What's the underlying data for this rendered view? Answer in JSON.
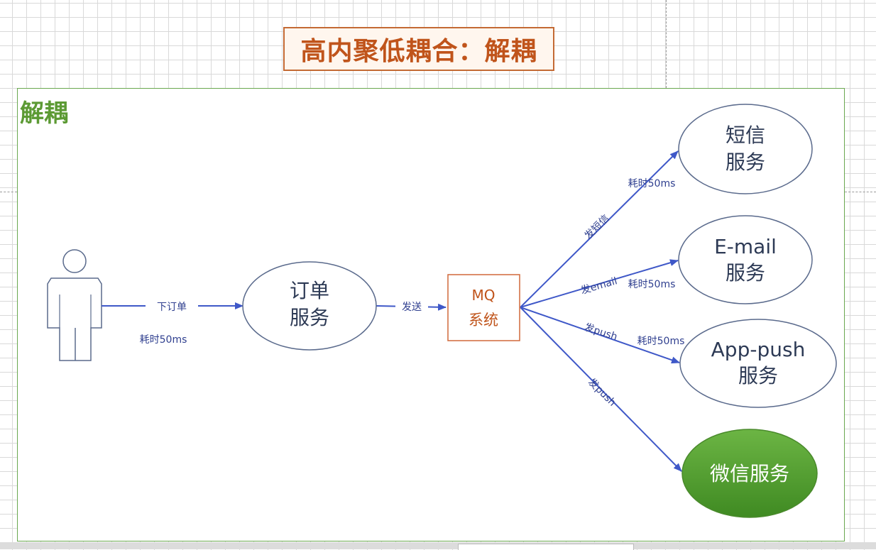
{
  "title": "高内聚低耦合：解耦",
  "container_label": "解耦",
  "nodes": {
    "user": {
      "name": ""
    },
    "order_service": {
      "line1": "订单",
      "line2": "服务"
    },
    "mq": {
      "line1": "MQ",
      "line2": "系统"
    },
    "sms": {
      "line1": "短信",
      "line2": "服务"
    },
    "email": {
      "line1": "E-mail",
      "line2": "服务"
    },
    "apppush": {
      "line1": "App-push",
      "line2": "服务"
    },
    "wechat": {
      "line1": "微信服务"
    }
  },
  "edges": {
    "user_to_order": {
      "label": "下订单",
      "cost": "耗时50ms"
    },
    "order_to_mq": {
      "label": "发送"
    },
    "mq_to_sms": {
      "label": "发短信",
      "cost": "耗时50ms"
    },
    "mq_to_email": {
      "label": "发email",
      "cost": "耗时50ms"
    },
    "mq_to_apppush": {
      "label": "发push",
      "cost": "耗时50ms"
    },
    "mq_to_wechat": {
      "label": "发push"
    }
  },
  "colors": {
    "title_text": "#c0541b",
    "title_border": "#c46a34",
    "container_border": "#6aa84f",
    "container_label": "#5c9a34",
    "arrow": "#3f58c8",
    "node_border": "#5a6a8c",
    "mq_border": "#d0683a",
    "mq_text": "#c0541b",
    "wechat_fill": "#4e9a2e"
  }
}
